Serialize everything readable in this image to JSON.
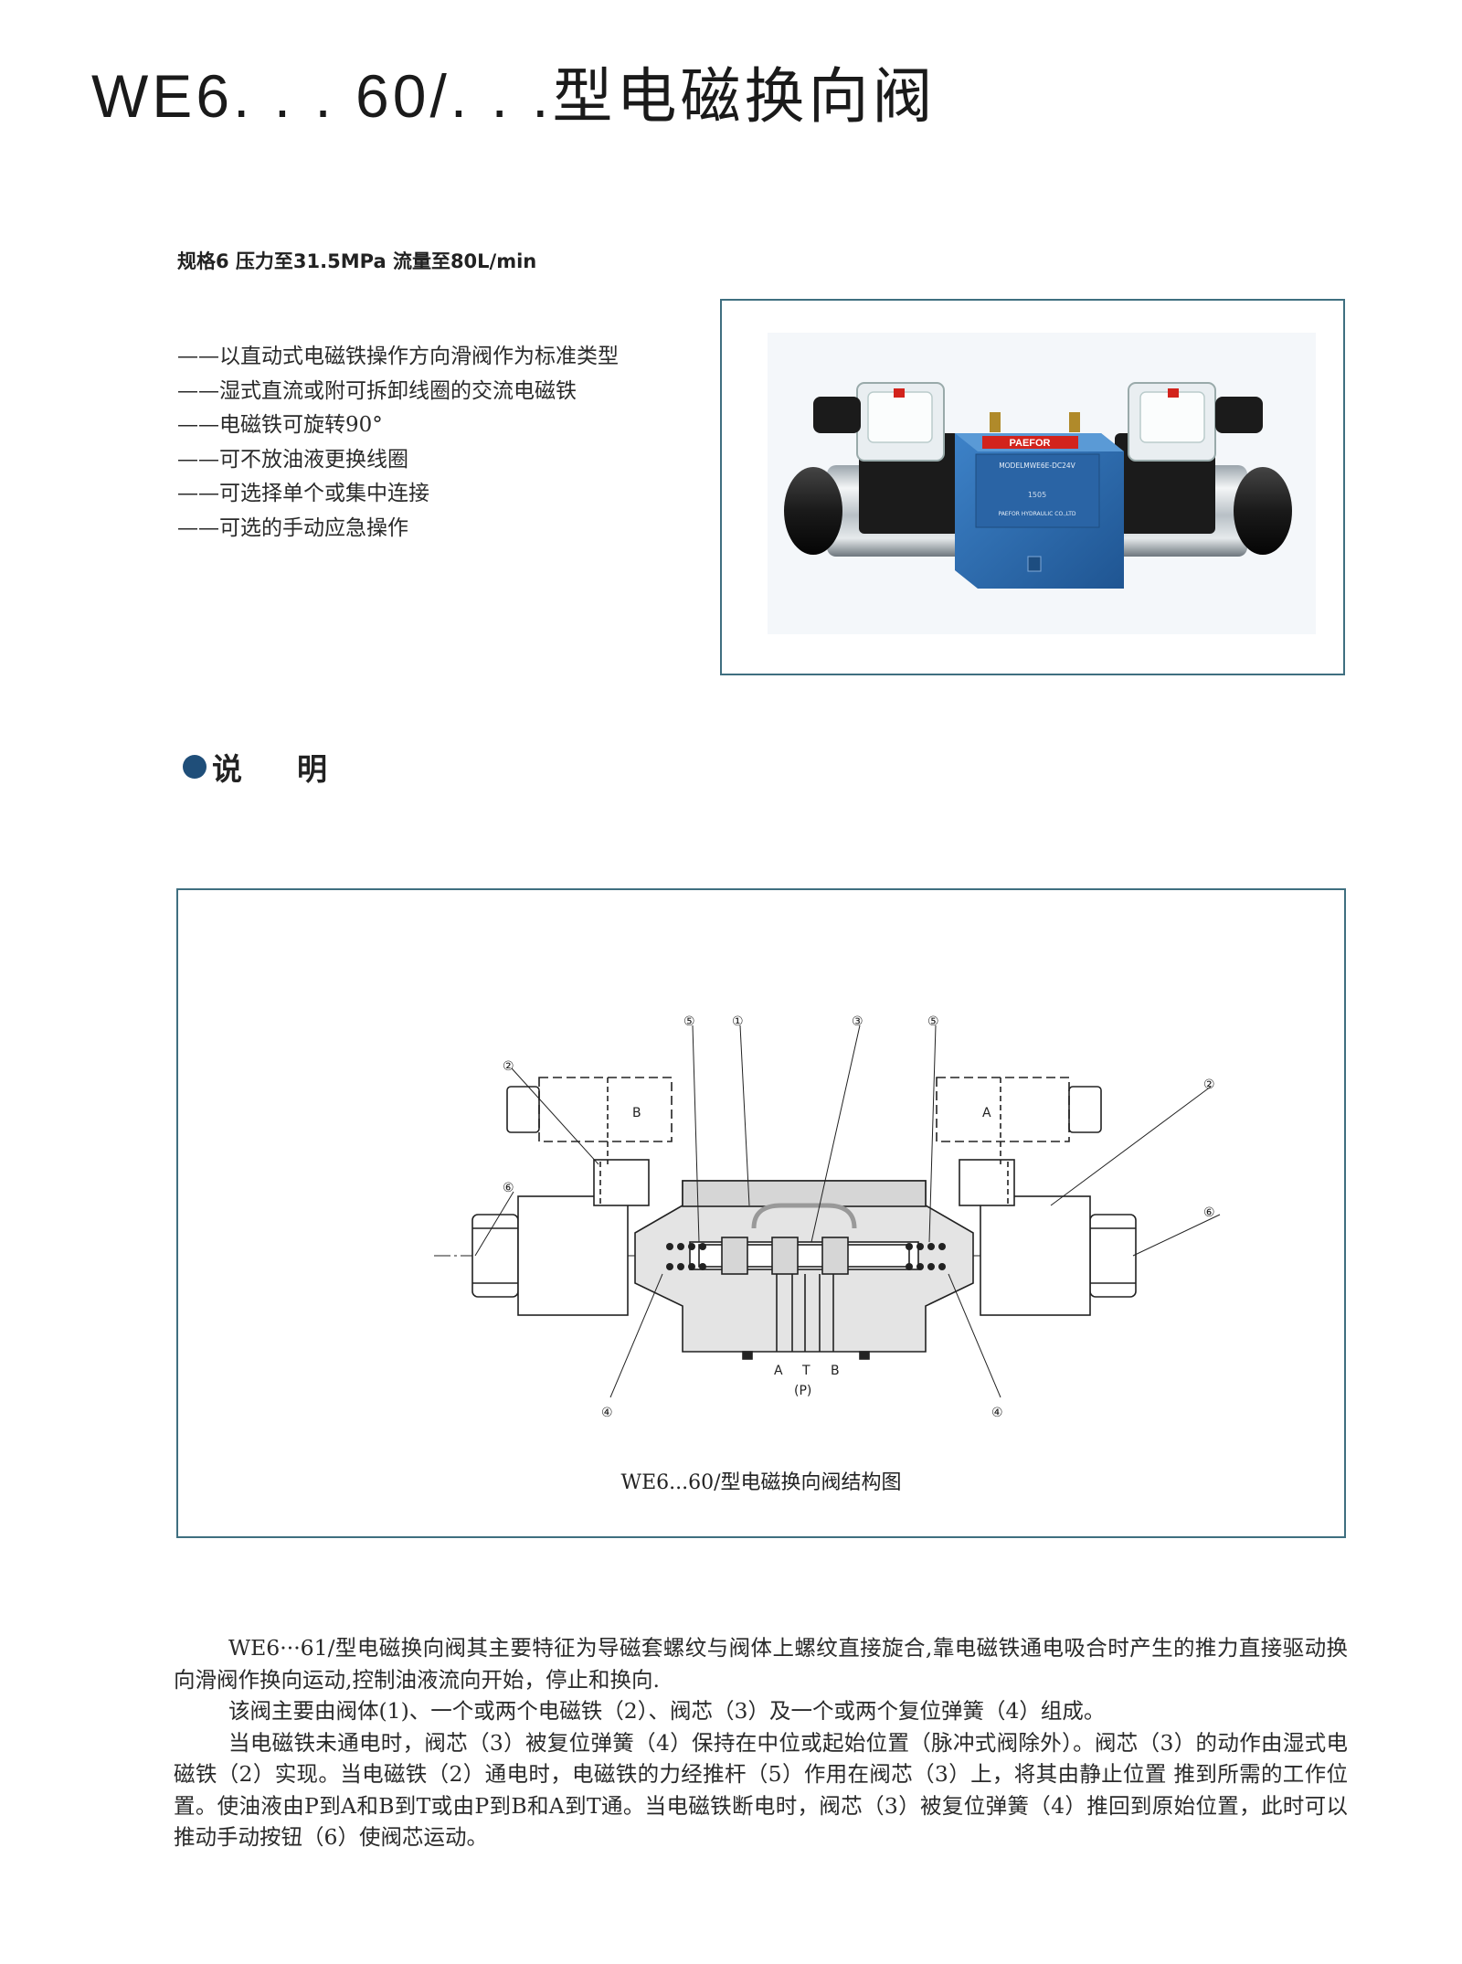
{
  "title": "WE6. . . 60/. . .型电磁换向阀",
  "spec_line": "规格6  压力至31.5MPa  流量至80L/min",
  "features": [
    "——以直动式电磁铁操作方向滑阀作为标准类型",
    "——湿式直流或附可拆卸线圈的交流电磁铁",
    "——电磁铁可旋转90°",
    "——可不放油液更换线圈",
    "——可选择单个或集中连接",
    "——可选的手动应急操作"
  ],
  "photo": {
    "brand_label": "PAEFOR",
    "model_label": "MODELMWE6E-DC24V",
    "number_label": "1505",
    "maker_label": "PAEFOR HYDRAULIC CO.,LTD",
    "valve_color": "#2f6fb6"
  },
  "section_heading": "说明",
  "diagram": {
    "caption": "WE6...60/型电磁换向阀结构图",
    "callouts": [
      "①",
      "②",
      "③",
      "④",
      "⑤",
      "⑥"
    ],
    "coil_labels": [
      "B",
      "A"
    ],
    "port_labels": [
      "A",
      "T",
      "B"
    ],
    "port_sub_label": "(P)"
  },
  "body": [
    "WE6···61/型电磁换向阀其主要特征为导磁套螺纹与阀体上螺纹直接旋合,靠电磁铁通电吸合时产生的推力直接驱动换向滑阀作换向运动,控制油液流向开始，停止和换向.",
    "该阀主要由阀体(1)、一个或两个电磁铁（2）、阀芯（3）及一个或两个复位弹簧（4）组成。",
    "当电磁铁未通电时，阀芯（3）被复位弹簧（4）保持在中位或起始位置（脉冲式阀除外）。阀芯（3）的动作由湿式电磁铁（2）实现。当电磁铁（2）通电时，电磁铁的力经推杆（5）作用在阀芯（3）上，将其由静止位置 推到所需的工作位置。使油液由P到A和B到T或由P到B和A到T通。当电磁铁断电时，阀芯（3）被复位弹簧（4）推回到原始位置，此时可以推动手动按钮（6）使阀芯运动。"
  ],
  "colors": {
    "frame_border": "#3f6f80",
    "section_dot": "#1f4e79"
  }
}
